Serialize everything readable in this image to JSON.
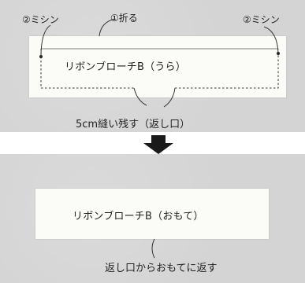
{
  "step1": {
    "label_sew_left": "②ミシン",
    "label_fold": "①折る",
    "label_sew_right": "②ミシン",
    "fabric_label": "リボンブローチB（うら）",
    "caption": "5cm縫い残す（返し口）"
  },
  "step2": {
    "fabric_label": "リボンブローチB（おもて）",
    "caption": "返し口からおもてに返す"
  },
  "arrow": {
    "direction": "down",
    "icon": "arrow-down-icon"
  },
  "colors": {
    "panel": "#d4d4d4",
    "fabric": "#fbfbf8",
    "line": "#333333",
    "arrow": "#1a1a1a"
  }
}
